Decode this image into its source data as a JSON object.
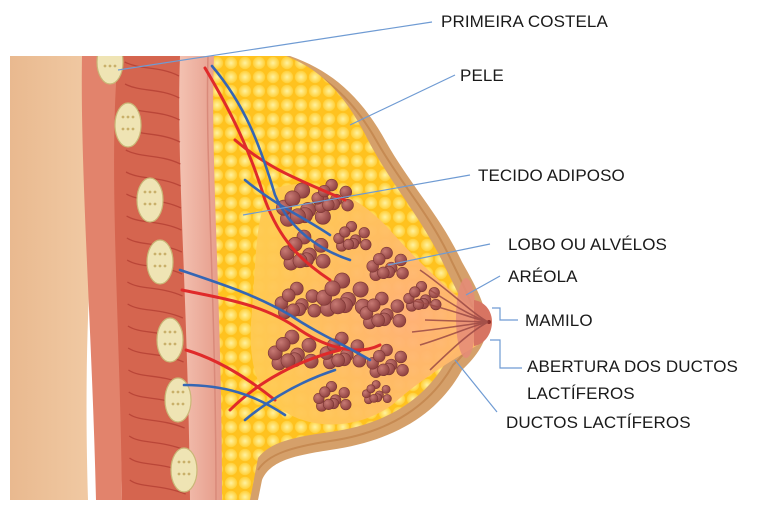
{
  "labels": {
    "primeira_costela": "PRIMEIRA COSTELA",
    "pele": "PELE",
    "tecido_adiposo": "TECIDO ADIPOSO",
    "lobo_ou_alvelos": "LOBO OU ALVÉLOS",
    "areola": "ARÉOLA",
    "mamilo": "MAMILO",
    "abertura_line1": "ABERTURA DOS DUCTOS",
    "abertura_line2": "LACTÍFEROS",
    "ductos_lactiferos": "DUCTOS LACTÍFEROS"
  },
  "colors": {
    "background": "#ffffff",
    "body_tissue": "#f1c9a2",
    "skin_outline": "#d2995e",
    "muscle": "#d56a55",
    "muscle_fiber": "#b8473a",
    "rib": "#efe6bd",
    "fat": "#ffd43a",
    "lobule": "#a0504f",
    "artery": "#e02a2a",
    "vein": "#3566b4",
    "leader_line": "#6f9bd3",
    "text": "#1a1a1a"
  }
}
